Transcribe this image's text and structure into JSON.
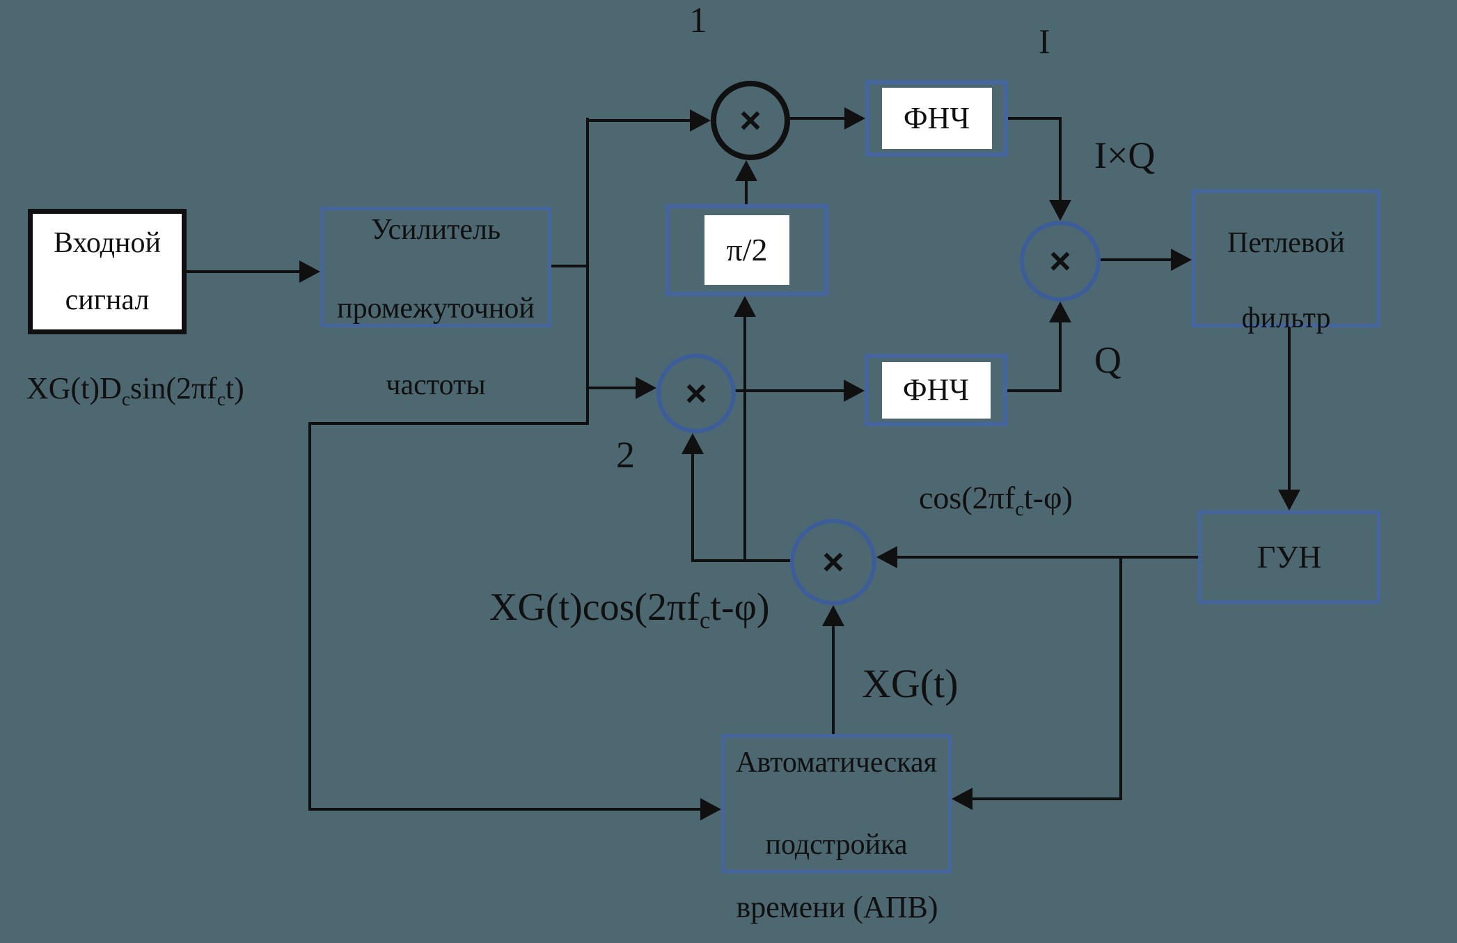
{
  "colors": {
    "background": "#4d6870",
    "line": "#101010",
    "box_border_blue": "#44659f",
    "circle_border_blue": "#3c5c9a",
    "box_fill_white": "#ffffff",
    "text": "#000000"
  },
  "mult": {
    "symbol": "×"
  },
  "blocks": {
    "input": {
      "line1": "Входной",
      "line2": "сигнал"
    },
    "if_amplifier": {
      "line1": "Усилитель",
      "line2": "промежуточной",
      "below": "частоты"
    },
    "phase_shift": {
      "label": "π/2"
    },
    "lpf_top": {
      "label": "ФНЧ"
    },
    "lpf_bottom": {
      "label": "ФНЧ"
    },
    "loop_filter": {
      "line1": "Петлевой",
      "line2": "фильтр"
    },
    "vco": {
      "label": "ГУН"
    },
    "time_sync": {
      "line1": "Автоматическая",
      "line2": "подстройка",
      "below": "времени (АПВ)"
    }
  },
  "annotations": {
    "branch_1": "1",
    "branch_2": "2",
    "i_label": "I",
    "q_label": "Q",
    "ixq_label": "I×Q",
    "code_formula": "XG(t)",
    "input_signal_formula": [
      {
        "t": "XG(t)D"
      },
      {
        "t": "c",
        "sub": true
      },
      {
        "t": "sin(2πf"
      },
      {
        "t": "c",
        "sub": true
      },
      {
        "t": "t)"
      }
    ],
    "vco_output_formula": [
      {
        "t": "cos(2πf"
      },
      {
        "t": "c",
        "sub": true
      },
      {
        "t": "t-φ)"
      }
    ],
    "mult3_output_formula": [
      {
        "t": "XG(t)cos(2πf"
      },
      {
        "t": "c",
        "sub": true
      },
      {
        "t": "t-φ)"
      }
    ]
  }
}
